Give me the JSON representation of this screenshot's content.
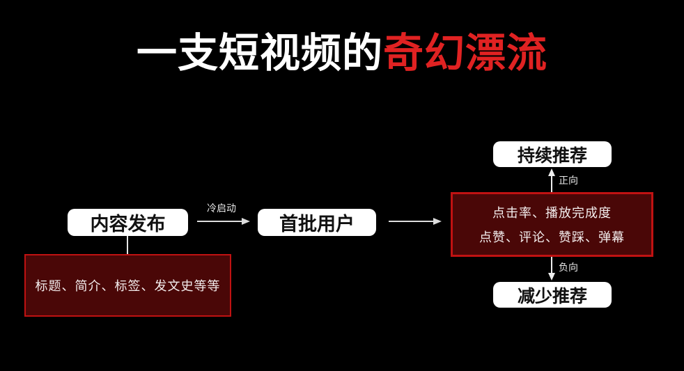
{
  "title": {
    "white_part": "一支短视频的",
    "red_part": "奇幻漂流"
  },
  "flow": {
    "content_publish": "内容发布",
    "cold_start_label": "冷启动",
    "first_users": "首批用户",
    "metrics_line1": "点击率、播放完成度",
    "metrics_line2": "点赞、评论、赞踩、弹幕",
    "positive_label": "正向",
    "continue_recommend": "持续推荐",
    "negative_label": "负向",
    "reduce_recommend": "减少推荐",
    "metadata_box": "标题、简介、标签、发文史等等"
  },
  "colors": {
    "background": "#000000",
    "title_red": "#e02222",
    "box_border_red": "#c01212",
    "box_fill_maroon": "#4a0707",
    "node_bg": "#ffffff",
    "node_text": "#111111",
    "arrow": "#dddddd"
  }
}
